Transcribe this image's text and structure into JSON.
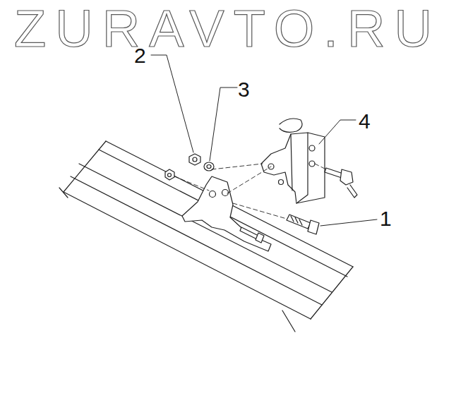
{
  "diagram": {
    "labels": [
      "ZURAVTO.RU",
      "2",
      "3",
      "4",
      "1"
    ]
  }
}
